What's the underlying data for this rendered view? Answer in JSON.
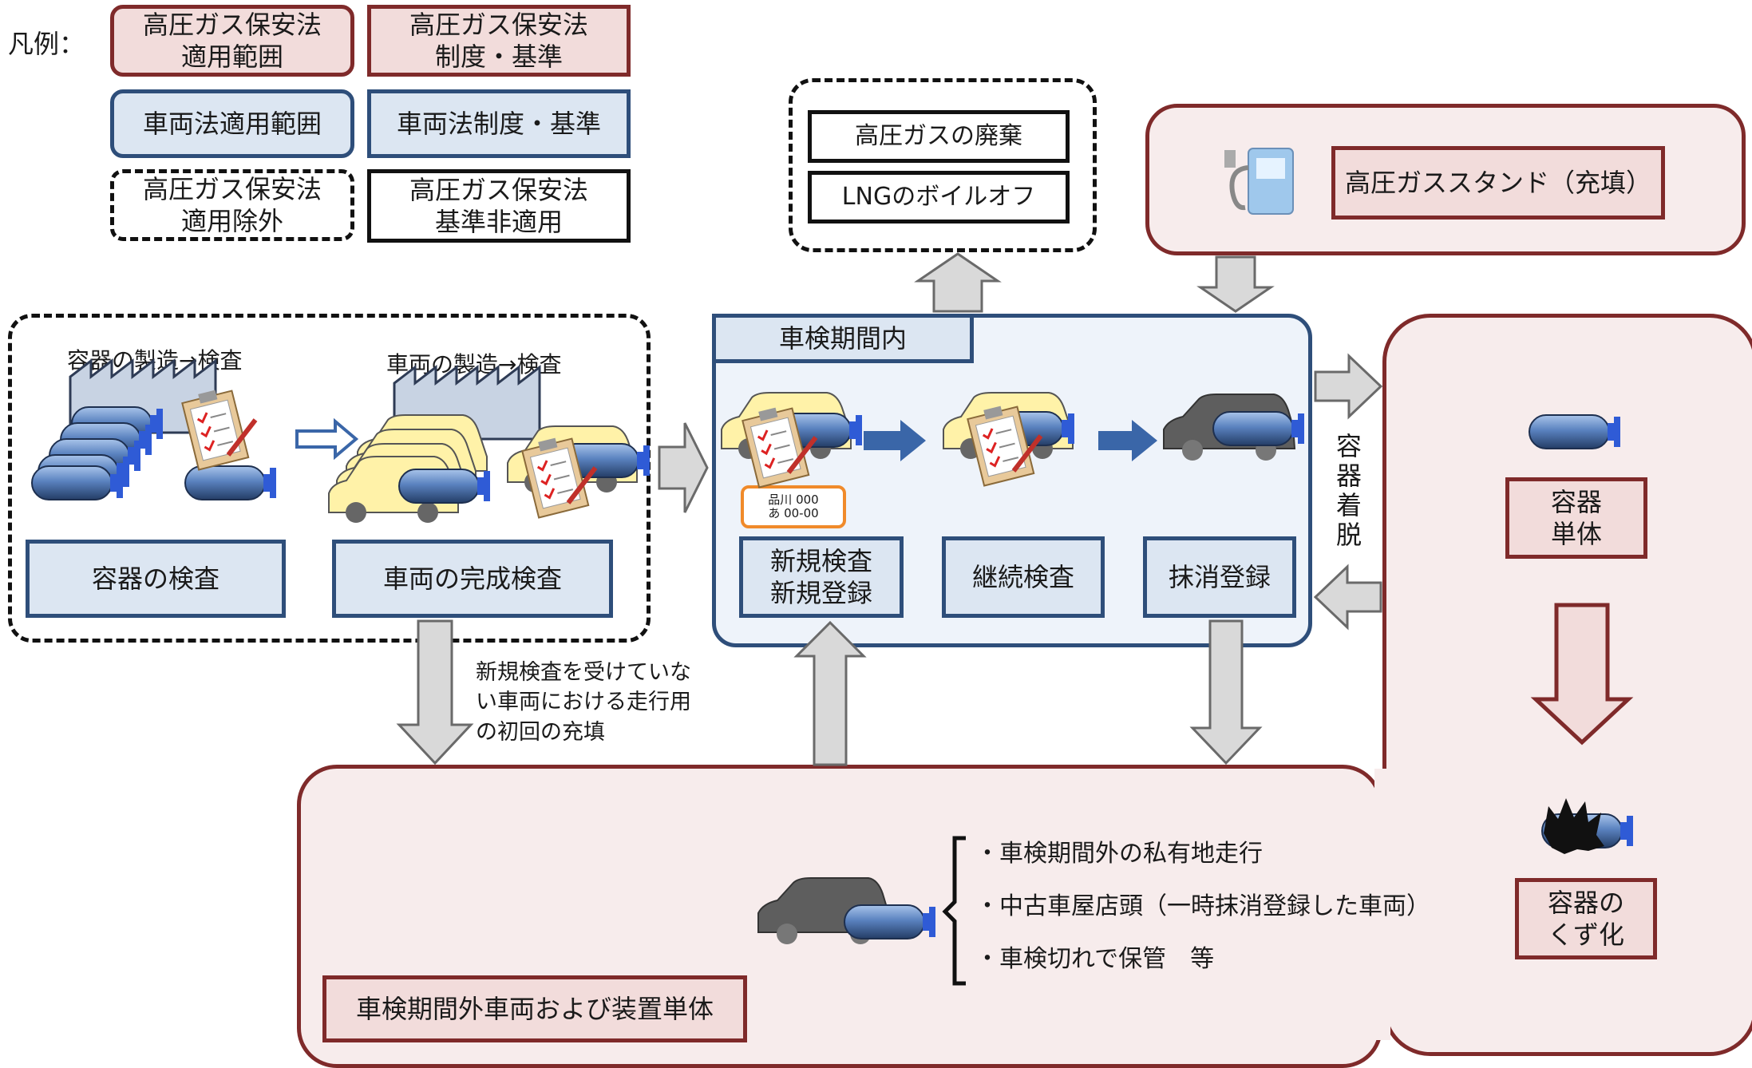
{
  "legend": {
    "title": "凡例：",
    "hp_range": [
      "高圧ガス保安法",
      "適用範囲"
    ],
    "hp_standard": [
      "高圧ガス保安法",
      "制度・基準"
    ],
    "vehicle_range": "車両法適用範囲",
    "vehicle_standard": "車両法制度・基準",
    "hp_excluded": [
      "高圧ガス保安法",
      "適用除外"
    ],
    "hp_not_applied": [
      "高圧ガス保安法",
      "基準非適用"
    ]
  },
  "disposal": {
    "hp_disposal": "高圧ガスの廃棄",
    "lng_boiloff": "LNGのボイルオフ"
  },
  "station": {
    "label": "高圧ガススタンド（充填）"
  },
  "manufacturing": {
    "container_caption": "容器の製造→検査",
    "vehicle_caption": "車両の製造→検査",
    "container_inspection": "容器の検査",
    "vehicle_inspection": "車両の完成検査"
  },
  "inspection_period": {
    "title": "車検期間内",
    "plate_line1": "品川 000",
    "plate_line2": "あ 00-00",
    "new_inspection": [
      "新規検査",
      "新規登録"
    ],
    "continuous_inspection": "継続検査",
    "deregistration": "抹消登録"
  },
  "container_attach": [
    "容",
    "器",
    "着",
    "脱"
  ],
  "container": {
    "single": [
      "容器",
      "単体"
    ],
    "scrap": [
      "容器の",
      "くず化"
    ]
  },
  "note": [
    "新規検査を受けていな",
    "い車両における走行用",
    "の初回の充填"
  ],
  "outside": {
    "label": "車検期間外車両および装置単体",
    "bullets": [
      "・車検期間外の私有地走行",
      "・中古車屋店頭（一時抹消登録した車両）",
      "・車検切れで保管　等"
    ]
  },
  "colors": {
    "hp_fill": "#f2dcdb",
    "hp_border": "#7f2a2a",
    "vehicle_fill": "#dce6f2",
    "vehicle_border": "#2e4e7a",
    "arrow_blue": "#3a66a8",
    "arrow_gray": "#d9d9d9",
    "car_yellow": "#fff2a8",
    "car_gray": "#5a5a5a",
    "cylinder": "#4a6fa5",
    "valve": "#2f5bd6",
    "plate_border": "#f08a2a"
  }
}
